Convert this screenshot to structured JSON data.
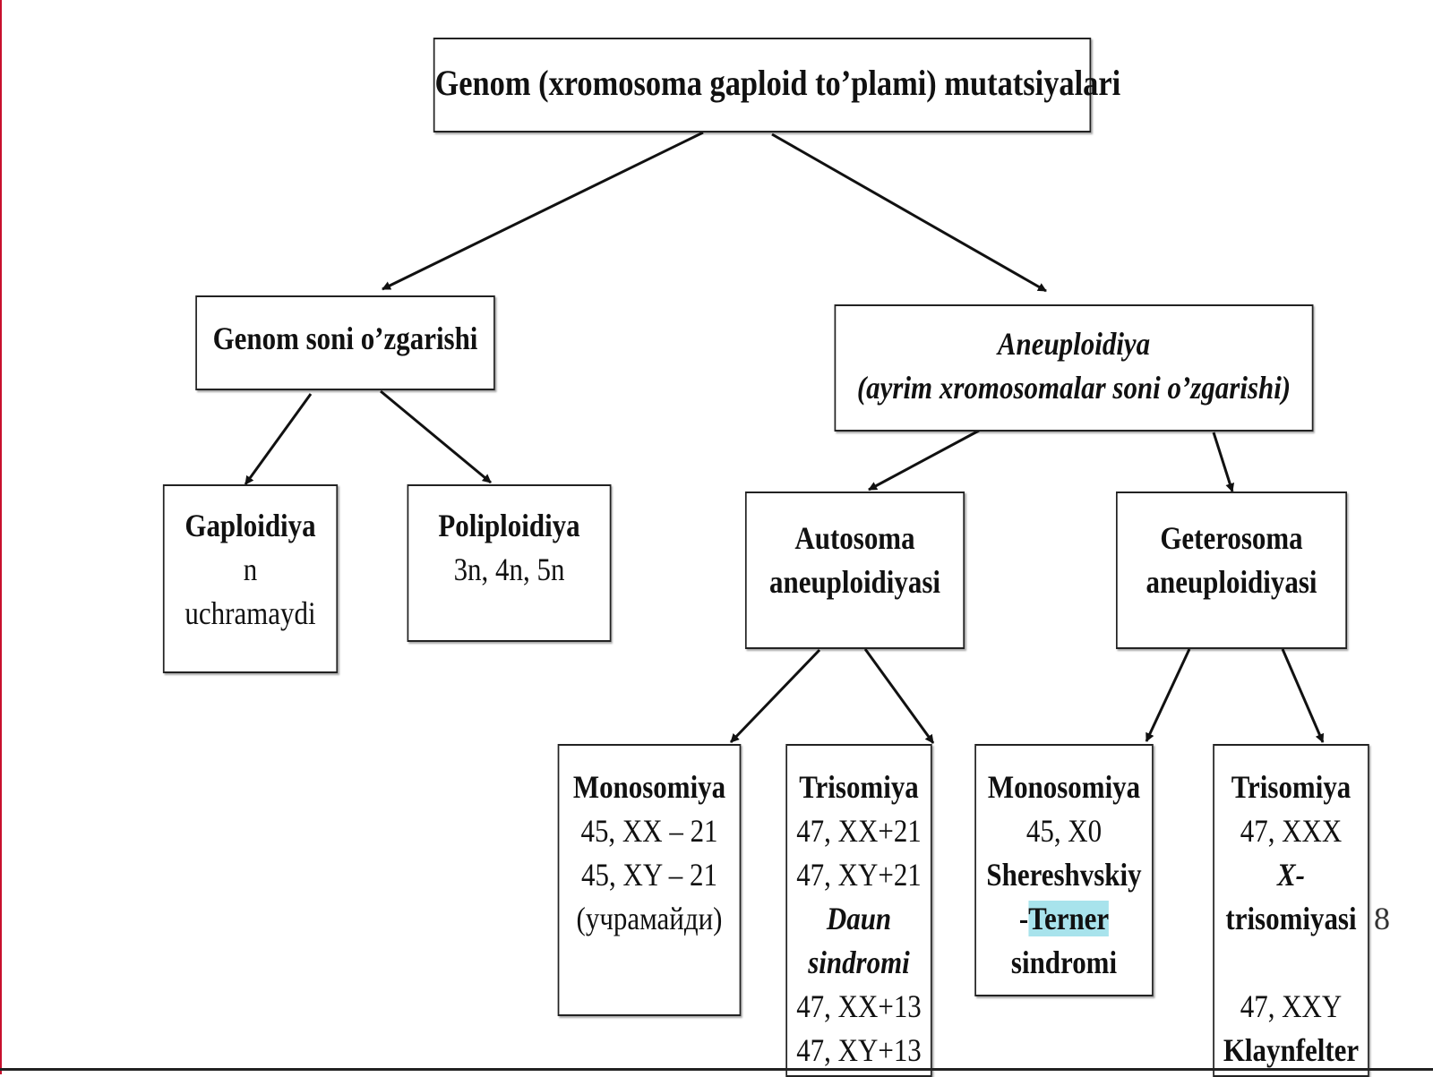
{
  "root": {
    "title": "Genom (xromosoma gaploid to’plami) mutatsiyalari"
  },
  "genome_number": {
    "title": "Genom soni o’zgarishi"
  },
  "aneuploidy": {
    "title": "Aneuploidiya",
    "subtitle": "(ayrim xromosomalar soni o’zgarishi)"
  },
  "haploidy": {
    "title": "Gaploidiya",
    "line1": "n",
    "line2": "uchramaydi"
  },
  "polyploidy": {
    "title": "Poliploidiya",
    "line1": "3n, 4n, 5n"
  },
  "autosomal": {
    "line1": "Autosoma",
    "line2": "aneuploidiyasi"
  },
  "heterosomal": {
    "line1": "Geterosoma",
    "line2": "aneuploidiyasi"
  },
  "auto_monosomy": {
    "title": "Monosomiya",
    "karyotype1": "45, XX – 21",
    "karyotype2": "45, XY – 21",
    "note": "(учрамайди)"
  },
  "auto_trisomy": {
    "title": "Trisomiya",
    "karyotype1": "47, XX+21",
    "karyotype2": "47, XY+21",
    "syndrome_line1": "Daun",
    "syndrome_line2": "sindromi",
    "karyotype3": "47, XX+13",
    "karyotype4": "47, XY+13"
  },
  "hetero_monosomy": {
    "title": "Monosomiya",
    "karyotype": "45, X0",
    "syndrome_line1": "Shereshvskiy",
    "syndrome_dash": "-",
    "syndrome_highlight": "Terner",
    "syndrome_line3": "sindromi"
  },
  "hetero_trisomy": {
    "title": "Trisomiya",
    "karyotype1": "47, XXX",
    "syndrome_line1": "X-",
    "syndrome_line2": "trisomiyasi",
    "karyotype2": "47, XXY",
    "syndrome2": "Klaynfelter"
  },
  "page_number": "8",
  "colors": {
    "box_border": "#222222",
    "highlight": "#a8e3ec",
    "left_rule": "#c8102e"
  }
}
